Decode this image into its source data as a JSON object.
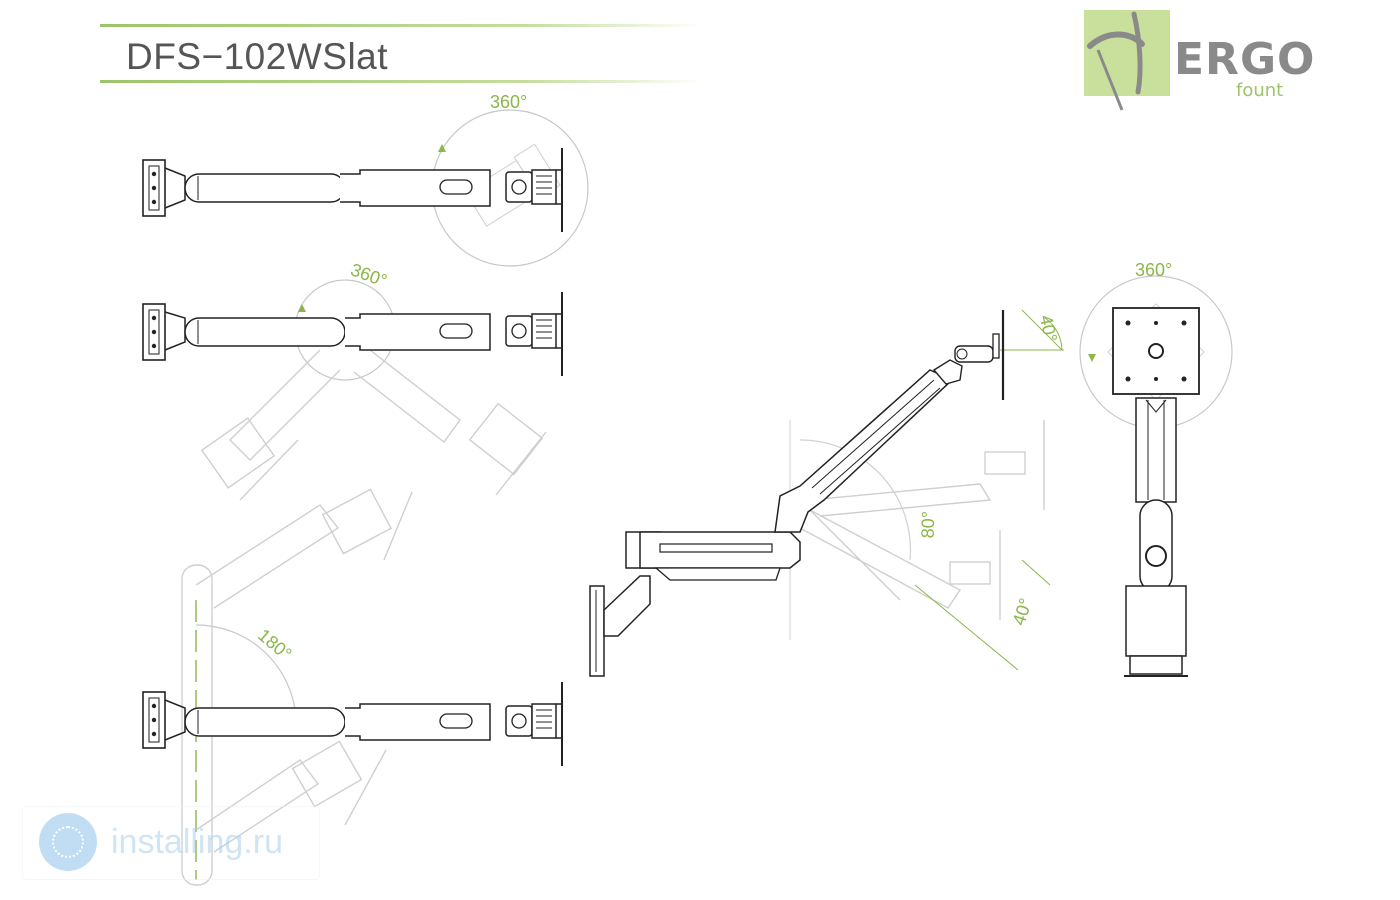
{
  "header": {
    "title": "DFS−102WSlat"
  },
  "logo": {
    "name": "ERGO",
    "sub": "fount",
    "icon": "ergo-arm-logo-mark",
    "box_color": "#c9e09c"
  },
  "drawing": {
    "stroke_color": "#222222",
    "ghost_color": "#c8c8c8",
    "accent_color": "#8bb64a",
    "rotation_labels": {
      "head_swivel": "360°",
      "elbow_swivel": "360°",
      "base_swivel": "180°",
      "screen_rotation": "360°",
      "tilt_up": "40°",
      "tilt_down": "40°",
      "arm_lift": "80°"
    }
  },
  "watermark": {
    "text": "installing.ru",
    "icon": "globe-icon"
  }
}
